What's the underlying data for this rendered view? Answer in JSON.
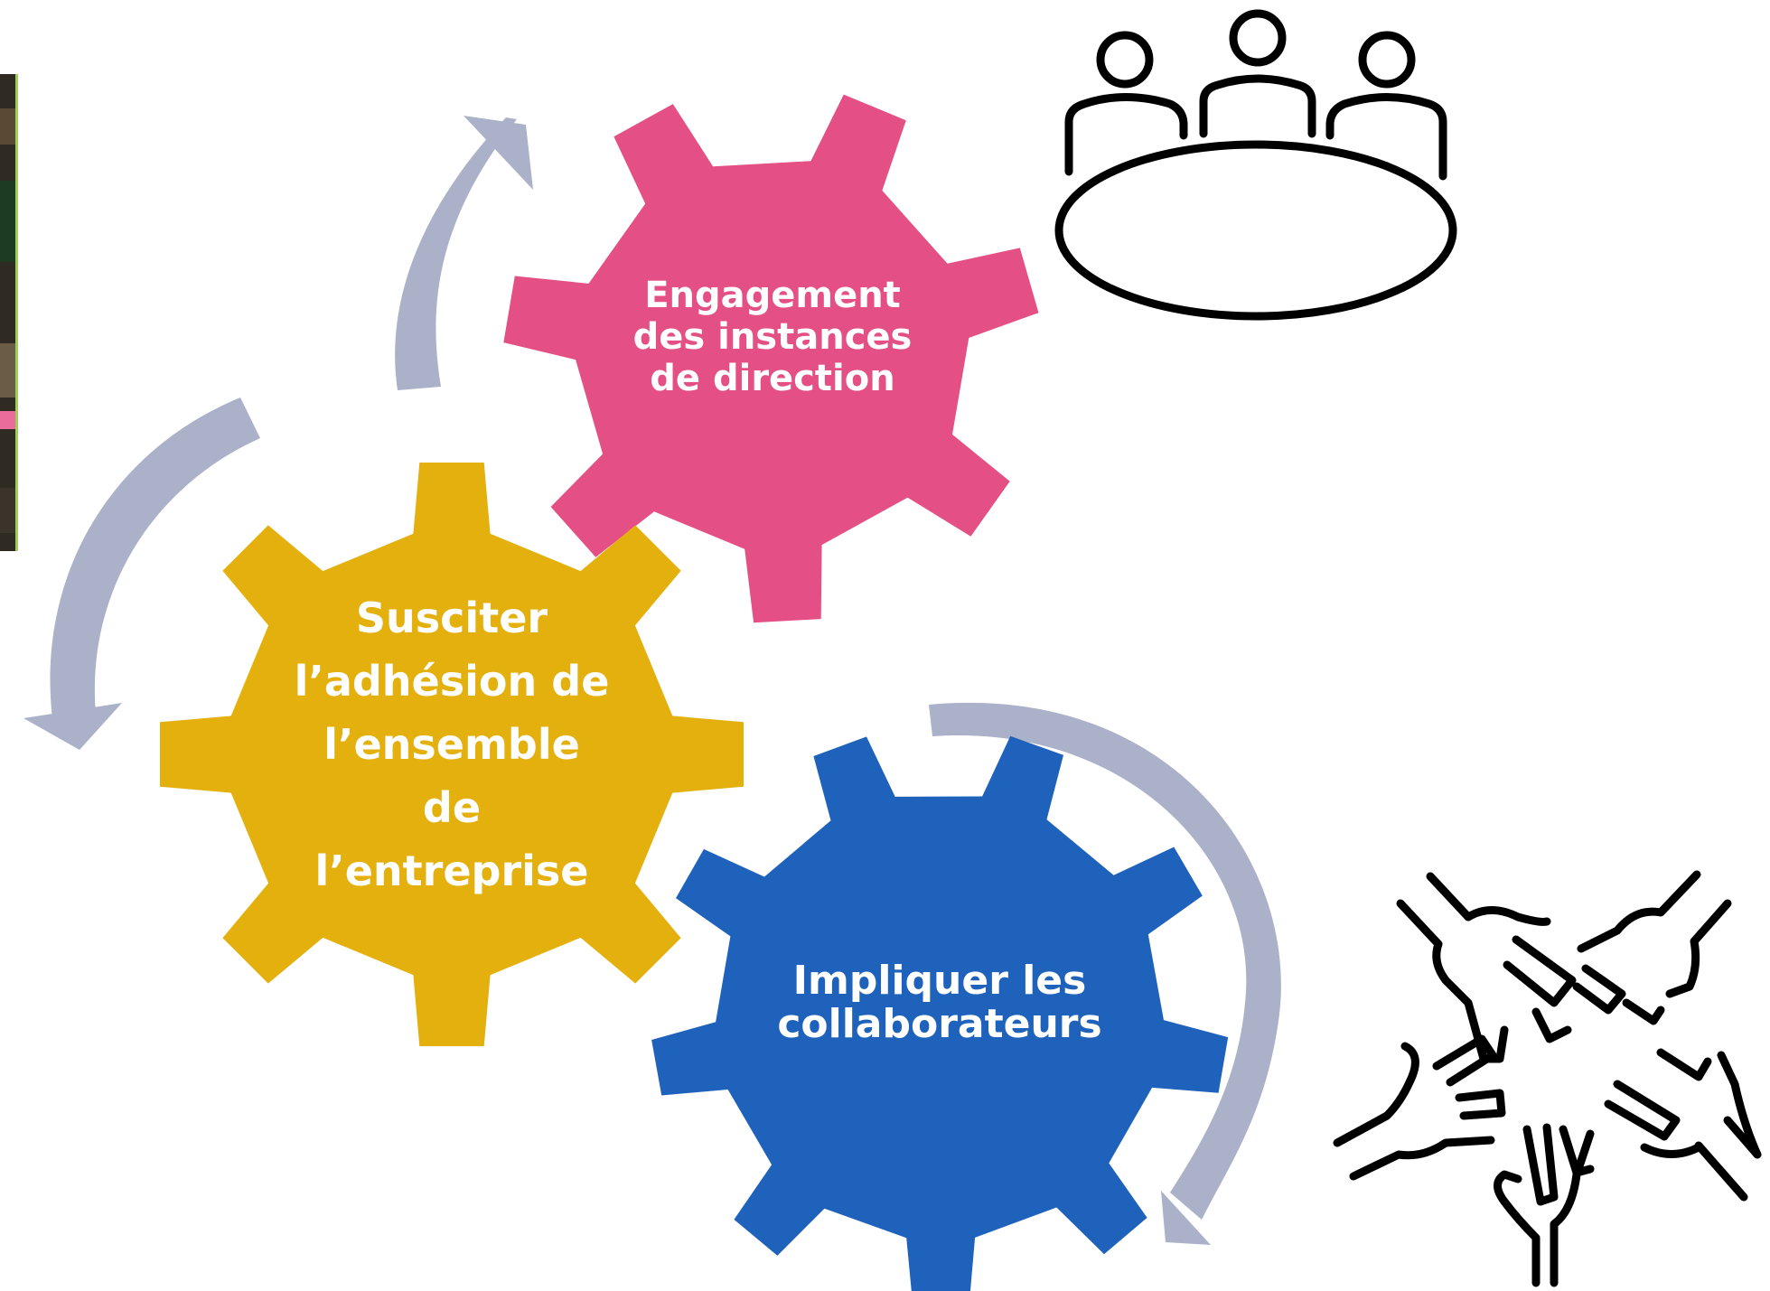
{
  "colors": {
    "pink": "#E45086",
    "gold": "#E3B00E",
    "blue": "#1F62BC",
    "arrow": "#AAB1C8",
    "icon_stroke": "#000000"
  },
  "gears": [
    {
      "id": "engagement",
      "color_key": "pink",
      "lines": [
        "Engagement",
        "des instances",
        "de direction"
      ]
    },
    {
      "id": "adhesion",
      "color_key": "gold",
      "lines": [
        "Susciter",
        "l’adhésion de",
        "l’ensemble",
        "de",
        "l’entreprise"
      ]
    },
    {
      "id": "impliquer",
      "color_key": "blue",
      "lines": [
        "Impliquer les",
        "collaborateurs"
      ]
    }
  ],
  "icons": {
    "meeting": "meeting-table-icon",
    "teamwork": "joined-hands-icon",
    "photo": "photo-fragment"
  }
}
